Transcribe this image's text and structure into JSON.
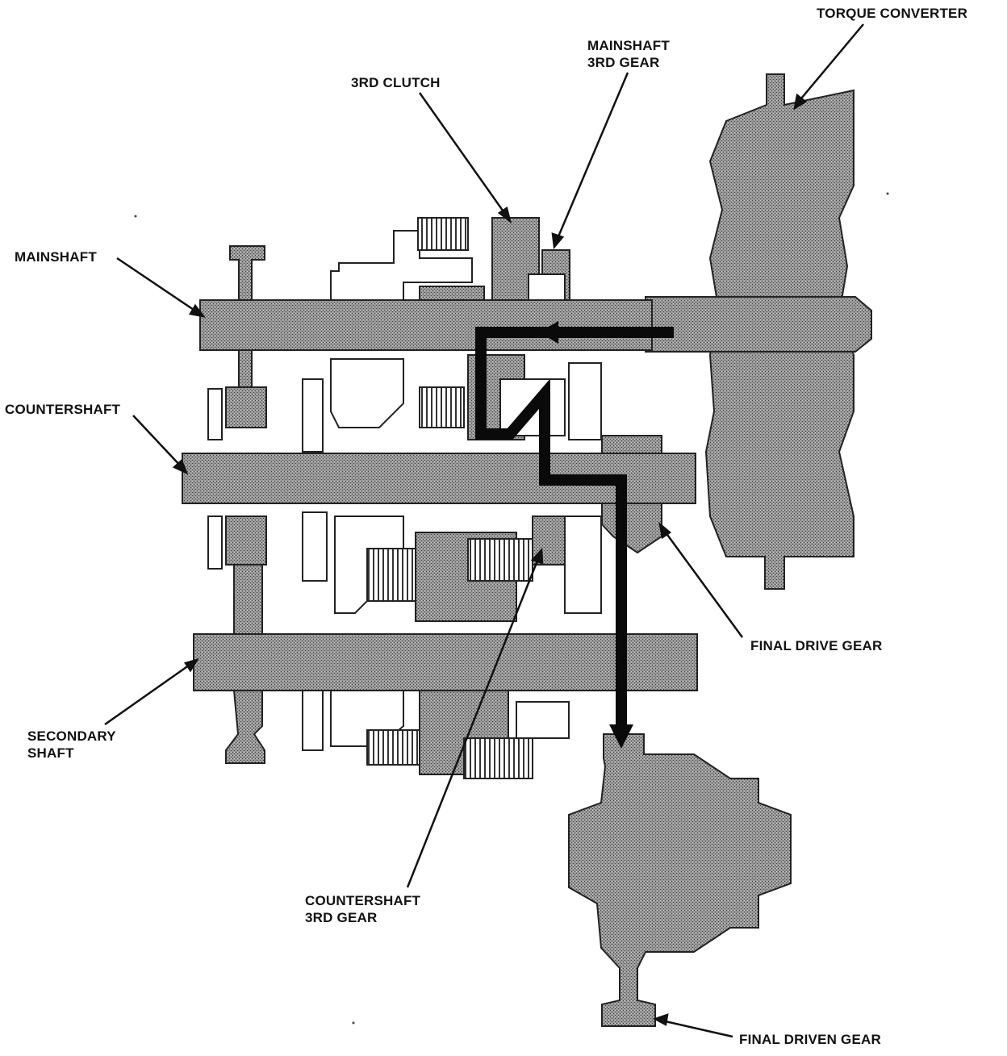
{
  "labels": {
    "torque_converter": "TORQUE CONVERTER",
    "mainshaft_3rd_gear_line1": "MAINSHAFT",
    "mainshaft_3rd_gear_line2": "3RD GEAR",
    "third_clutch": "3RD CLUTCH",
    "mainshaft": "MAINSHAFT",
    "countershaft": "COUNTERSHAFT",
    "final_drive_gear": "FINAL DRIVE GEAR",
    "secondary_shaft_line1": "SECONDARY",
    "secondary_shaft_line2": "SHAFT",
    "countershaft_3rd_gear_line1": "COUNTERSHAFT",
    "countershaft_3rd_gear_line2": "3RD GEAR",
    "final_driven_gear": "FINAL DRIVEN GEAR"
  },
  "colors": {
    "part_fill": "#8d8d8d",
    "part_outline": "#222222",
    "power_flow": "#0a0a0a",
    "background": "#ffffff"
  }
}
